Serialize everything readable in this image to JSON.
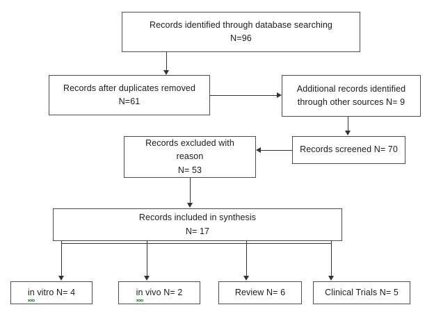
{
  "diagram": {
    "title": "PRISMA study selection flow diagram",
    "type": "flowchart",
    "style": {
      "box_border_color": "#4a4a4a",
      "connector_color": "#333333",
      "background_color": "#ffffff",
      "text_color": "#1a1a1a",
      "spellcheck_underline_color": "#2e9b3a"
    },
    "nodes": {
      "identified": {
        "line1": "Records identified through database searching",
        "line2": "N=96"
      },
      "duplicates_removed": {
        "line1": "Records after duplicates removed",
        "line2": "N=61"
      },
      "additional_records": {
        "line1": "Additional records identified",
        "line2": "through other sources N= 9"
      },
      "screened": {
        "line1": "Records screened N= 70"
      },
      "excluded": {
        "line1": "Records excluded with",
        "line2": "reason",
        "line3": "N= 53"
      },
      "included": {
        "line1": "Records included in synthesis",
        "line2": "N= 17"
      },
      "in_vitro": {
        "word_flagged": "in",
        "rest": " vitro N= 4"
      },
      "in_vivo": {
        "word_flagged": "in",
        "rest": " vivo N= 2"
      },
      "review": {
        "line1": "Review N= 6"
      },
      "clinical_trials": {
        "line1": "Clinical Trials N= 5"
      }
    },
    "counts": {
      "identified_database": 96,
      "after_duplicates": 61,
      "additional_other_sources": 9,
      "screened": 70,
      "excluded_with_reason": 53,
      "included_in_synthesis": 17,
      "in_vitro": 4,
      "in_vivo": 2,
      "review": 6,
      "clinical_trials": 5
    }
  }
}
